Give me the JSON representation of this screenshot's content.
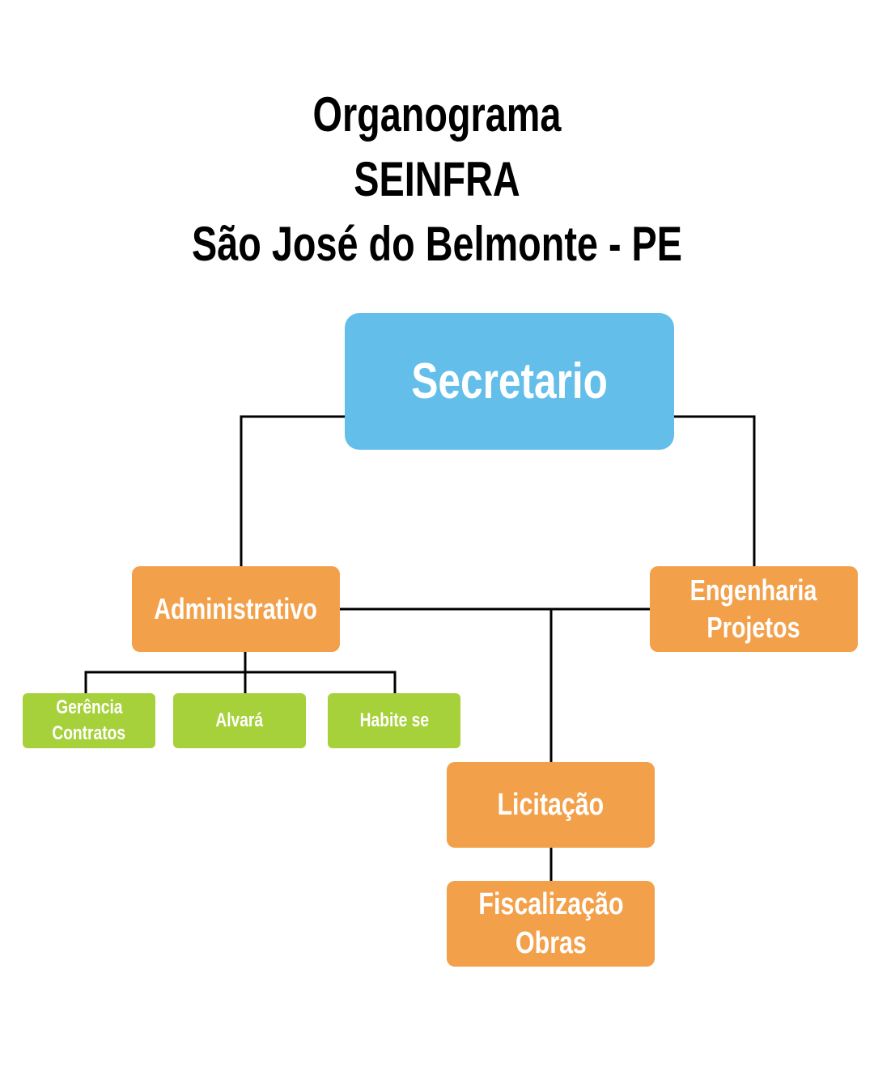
{
  "title": {
    "line1": "Organograma",
    "line2": "SEINFRA",
    "line3": "São José do Belmonte - PE"
  },
  "colors": {
    "top_node": "#63bfea",
    "department_node": "#f3a04a",
    "sub_node": "#a6d13b",
    "connector": "#000000"
  },
  "nodes": {
    "secretario": "Secretario",
    "administrativo": "Administrativo",
    "engenharia": {
      "line1": "Engenharia",
      "line2": "Projetos"
    },
    "licitacao": "Licitação",
    "fiscalizacao": {
      "line1": "Fiscalização",
      "line2": "Obras"
    },
    "gerencia": {
      "line1": "Gerência",
      "line2": "Contratos"
    },
    "alvara": "Alvará",
    "habite_se": "Habite se"
  }
}
